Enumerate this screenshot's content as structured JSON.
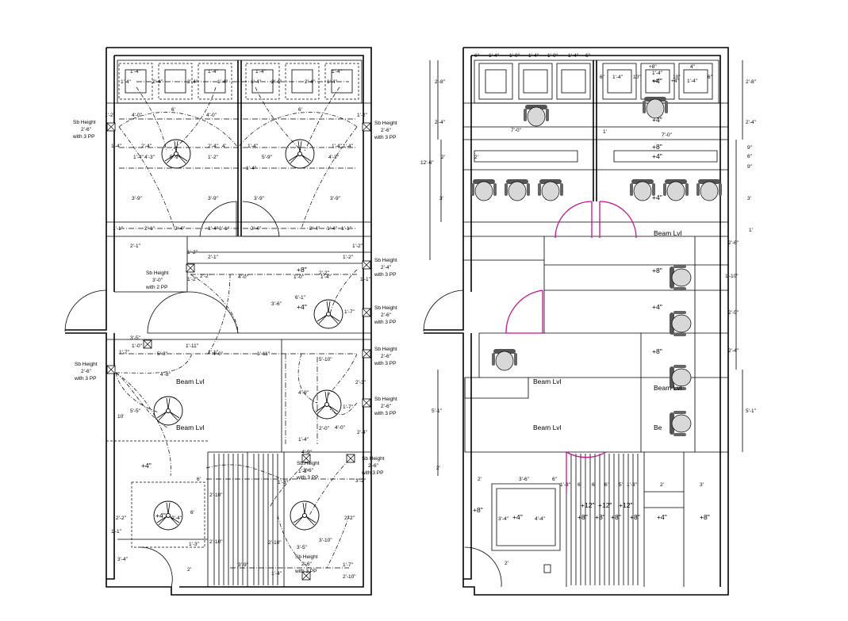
{
  "left_plan": {
    "dims": [
      "1'-4\"",
      "2'-4\"",
      "2'-4\"",
      "1'-4\"",
      "1'-4\"",
      "2'-4\"",
      "2'-4\"",
      "1'-4\"",
      "1'-4\"",
      "1'-4\"",
      "1'-4\"",
      "1'-4\"",
      "1'-2\"",
      "1'-2\"",
      "4'-0\"",
      "4'-0\"",
      "6'",
      "6'",
      "1'-4\"",
      "2'-4\"",
      "5'-9\"",
      "1'-2\"",
      "4'",
      "1'-4\"",
      "5'-9\"",
      "4'-3\"",
      "1'-4\"",
      "1'-4\"",
      "1'-4\"",
      "4'-3\"",
      "2'-4\"",
      "1'-4\"",
      "3'-9\"",
      "3'-9\"",
      "3'-9\"",
      "3'-9\"",
      "1'-1\"",
      "2'-1\"",
      "2'-4\"",
      "1'-4\"",
      "1'-1\"",
      "2'-4\"",
      "2'-4\"",
      "1'-4\"",
      "1'-1\"",
      "2'-1\"",
      "1'-2\"",
      "2'-1\"",
      "1'-2\"",
      "1'-2\"",
      "1'-2\"",
      "4'-0\"",
      "1'-0\"",
      "1'-4\"",
      "2'-2\"",
      "1'-1\"",
      "2'-2\"",
      "3'-6\"",
      "6'-1\"",
      "1'-7\"",
      "1'-11\"",
      "1'-0\"",
      "1'-7\"",
      "5'-8\"",
      "1'-1\"",
      "3'-5\"",
      "4'-0\"",
      "1'-11\"",
      "4'-8\"",
      "5'-10\"",
      "4'-9\"",
      "1'-4\"",
      "2'-3\"",
      "1'-7\"",
      "10'",
      "5'-5\"",
      "2'-0\"",
      "2'-4\"",
      "4'-0\"",
      "1'-3\"",
      "4'-9\"",
      "6'",
      "2'-10\"",
      "3'-2\"",
      "1'-3\"",
      "2'-2\"",
      "2'-4\"",
      "2'-2\"",
      "1'-1\"",
      "1'-3\"",
      "2'-10\"",
      "6'",
      "2'-10\"",
      "3'-5\"",
      "3'-9\"",
      "1'-4\"",
      "1'-7\"",
      "2'-10\"",
      "3'-4\"",
      "3'-10\"",
      "2'"
    ],
    "heights": [
      "+8\"",
      "+4\"",
      "+4\"",
      "+4\""
    ],
    "beam_labels": [
      "Beam Lvl",
      "Beam Lvl"
    ],
    "sb_notes": [
      [
        "Sb Height",
        "2'-6\"",
        "with 3 PP"
      ],
      [
        "Sb Height",
        "2'-6\"",
        "with 3 PP"
      ],
      [
        "Sb Height",
        "2'-4\"",
        "with 3 PP"
      ],
      [
        "Sb Height",
        "3'-0\"",
        "with 2 PP"
      ],
      [
        "Sb Height",
        "2'-6\"",
        "with 3 PP"
      ],
      [
        "Sb Height",
        "2'-6\"",
        "with 3 PP"
      ],
      [
        "Sb Height",
        "2'-6\"",
        "with 3 PP"
      ],
      [
        "Sb Height",
        "2'-6\"",
        "with 3 PP"
      ],
      [
        "Sb Height",
        "2'-6\"",
        "with 3 PP"
      ],
      [
        "Sb Height",
        "2'-6\"",
        "with 3 PP"
      ],
      [
        "Sb Height",
        "2'-6\"",
        "with 3 PP"
      ],
      [
        "Sb Height",
        "2'-6\"",
        "with 3 PP"
      ]
    ]
  },
  "right_plan": {
    "top_dims": [
      "6\"",
      "1'-4\"",
      "1'-0\"",
      "1'-4\"",
      "1'-0\"",
      "1'-4\"",
      "6\""
    ],
    "top_right_dims": [
      "+8\"",
      "6\"",
      "1'-4\"",
      "10\"",
      "+4\"",
      "1'-4\"",
      "+4\"",
      "10\"",
      "1'-4\"",
      "6\"",
      "4\""
    ],
    "left_dims": [
      "2'-8\"",
      "2'-4\"",
      "12'-6\"",
      "2'",
      "3'",
      "5'-1\"",
      "2'"
    ],
    "right_dims": [
      "2'-8\"",
      "2'-4\"",
      "9\"",
      "6\"",
      "9\"",
      "3'",
      "1'",
      "2'-6\"",
      "1'-10\"",
      "2'-5\"",
      "2'-4\"",
      "5'-1\""
    ],
    "inner_dims": [
      "7'-0\"",
      "7'-0\"",
      "1'",
      "2'",
      "2'",
      "1'-3\"",
      "6'",
      "6'",
      "6'",
      "5'",
      "1'-3\"",
      "2'",
      "3'",
      "3'-6\"",
      "6\"",
      "2'",
      "3'-4\"",
      "4'-4\""
    ],
    "heights": [
      "+4\"",
      "+8\"",
      "+4\"",
      "+4\"",
      "+8\"",
      "+4\"",
      "+8\"",
      "+4\"",
      "+12\"",
      "+12\"",
      "+12\"",
      "+8\"",
      "+8\"",
      "+8\"",
      "+8\"",
      "+4\"",
      "+8\"",
      "+8\"",
      "+4\""
    ],
    "beam_labels": [
      "Beam Lvl",
      "Beam Lvl",
      "Beam Lvl",
      "Beam Lvl",
      "Be"
    ]
  }
}
